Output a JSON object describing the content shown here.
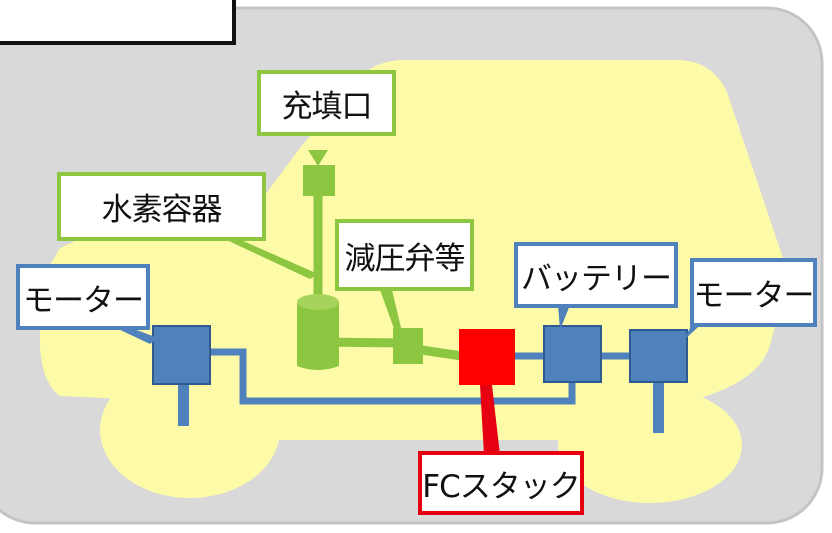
{
  "title_box": {
    "text": ""
  },
  "labels": {
    "fill_port": "充填口",
    "hydrogen_tank": "水素容器",
    "pressure_valve": "減圧弁等",
    "battery": "バッテリー",
    "motor_left": "モーター",
    "motor_right": "モーター",
    "fc_stack": "FCスタック"
  },
  "colors": {
    "car_body": "#fdfba8",
    "panel_background": "#d9d9d9",
    "hydrogen_system": "#8dc641",
    "electric_components": "#4f81bd",
    "fc_stack": "#ff0000"
  }
}
